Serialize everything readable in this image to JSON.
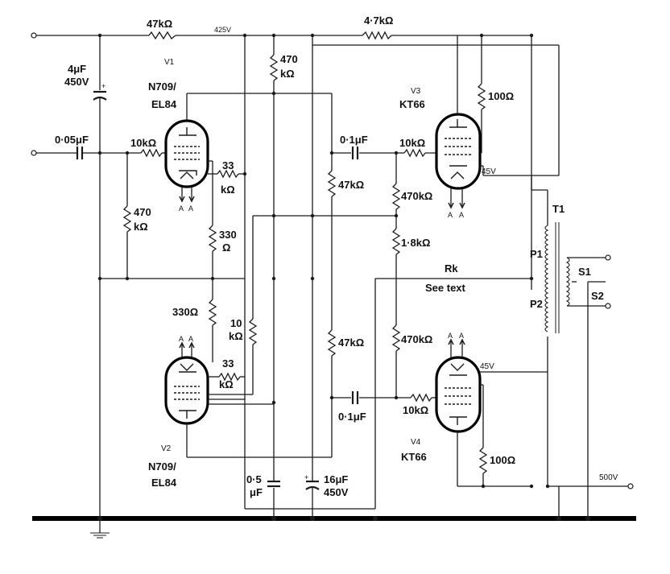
{
  "labels": {
    "r_top_left": "47kΩ",
    "top_voltage": "425V",
    "r_top_right": "4·7kΩ",
    "c_supply_val": "4μF",
    "c_supply_volt": "450V",
    "v1_id": "V1",
    "v1_type_a": "N709/",
    "v1_type_b": "EL84",
    "r_470k_top_a": "470",
    "r_470k_top_b": "kΩ",
    "c_input": "0·05μF",
    "r_v1_grid": "10kΩ",
    "r_v1_screen_a": "33",
    "r_v1_screen_b": "kΩ",
    "r_input_a": "470",
    "r_input_b": "kΩ",
    "r_cath_a": "330",
    "r_cath_b": "Ω",
    "r_330": "330Ω",
    "r_10k_a": "10",
    "r_10k_b": "kΩ",
    "r_v2_screen_a": "33",
    "r_v2_screen_b": "kΩ",
    "v2_id": "V2",
    "v2_type_a": "N709/",
    "v2_type_b": "EL84",
    "c_05_a": "0·5",
    "c_05_b": "μF",
    "c_16_a": "16μF",
    "c_16_b": "450V",
    "c_couple_top": "0·1μF",
    "r_47k_upper": "47kΩ",
    "r_47k_lower": "47kΩ",
    "c_couple_bot": "0·1μF",
    "v3_id": "V3",
    "v3_type": "KT66",
    "r_v3_grid": "10kΩ",
    "r_470k_v3": "470kΩ",
    "r_1k8": "1·8kΩ",
    "r_k": "Rk",
    "see_text": "See text",
    "r_470k_v4": "470kΩ",
    "r_v4_grid": "10kΩ",
    "v4_id": "V4",
    "v4_type": "KT66",
    "r_100_v3": "100Ω",
    "v3_screen_v": "45V",
    "v4_screen_v": "45V",
    "r_100_v4": "100Ω",
    "t1": "T1",
    "p1": "P1",
    "p2": "P2",
    "s1": "S1",
    "s2": "S2",
    "supply_500": "500V",
    "heater_a": "A",
    "heater_b": "A"
  }
}
